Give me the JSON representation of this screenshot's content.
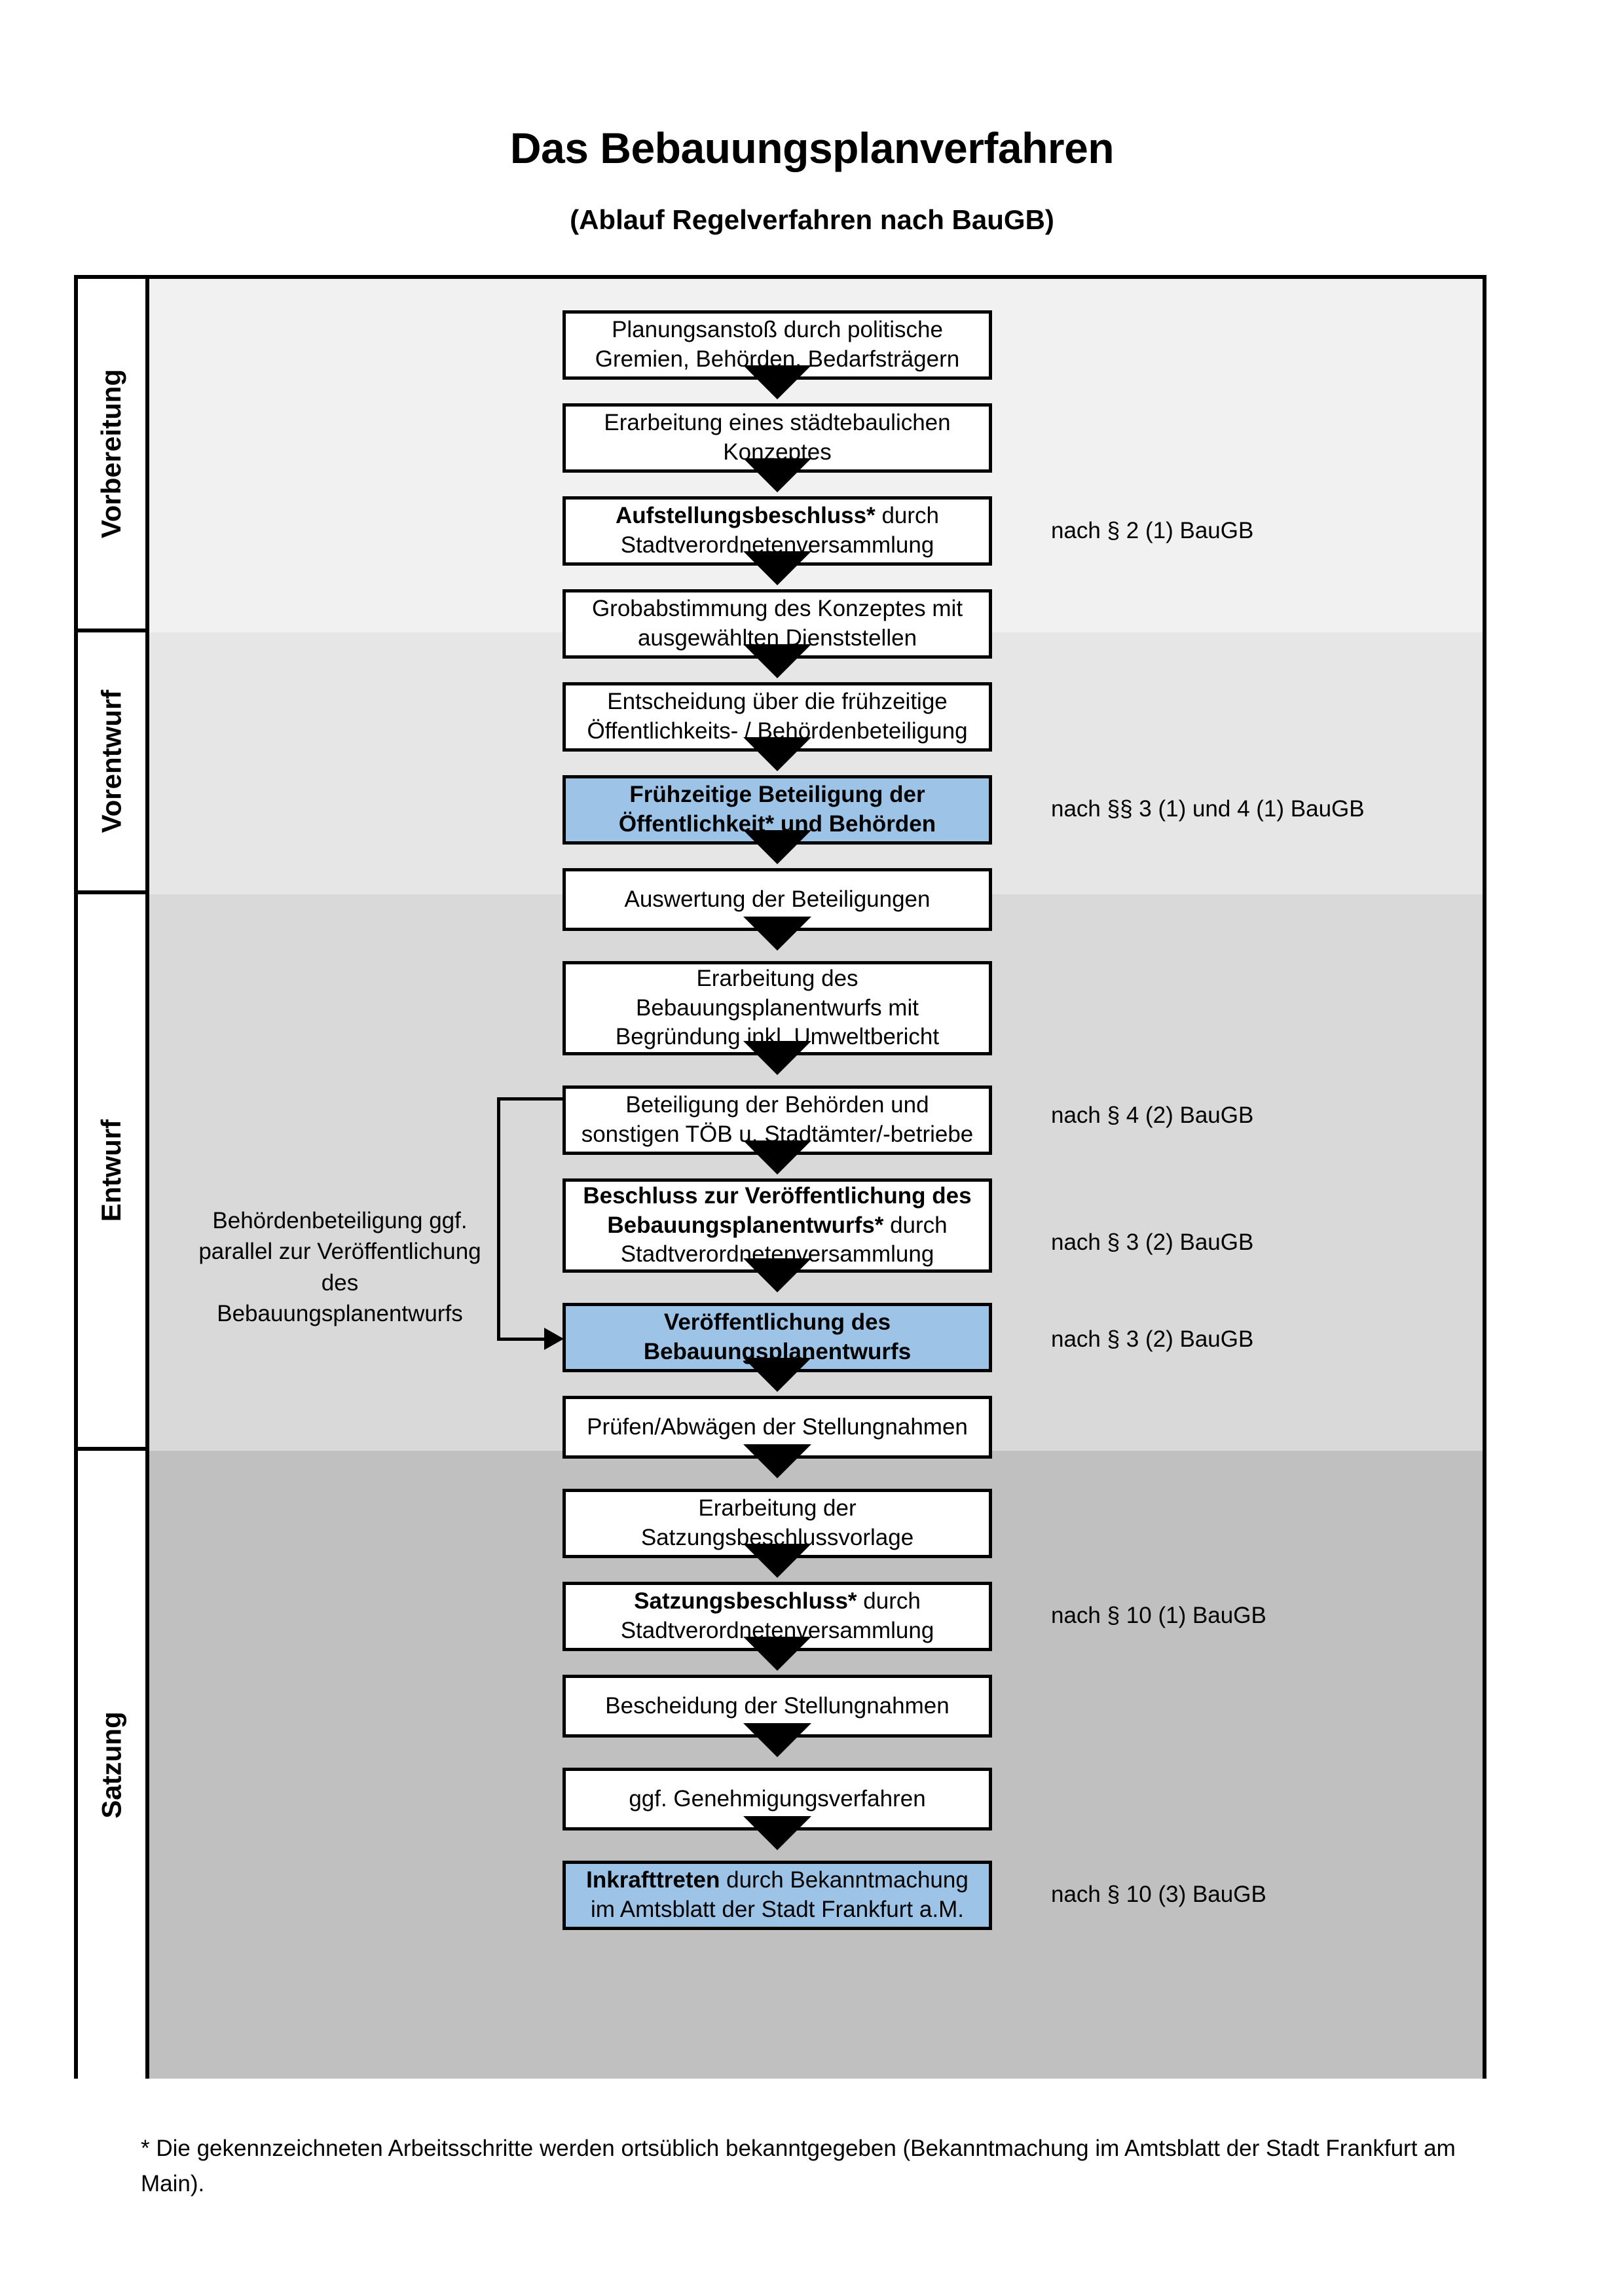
{
  "header": {
    "title": "Das Bebauungsplanverfahren",
    "subtitle": "(Ablauf Regelverfahren nach BauGB)"
  },
  "phases": [
    {
      "id": "vorbereitung",
      "label": "Vorbereitung",
      "band_color": "#f1f1f1"
    },
    {
      "id": "vorentwurf",
      "label": "Vorentwurf",
      "band_color": "#e6e6e6"
    },
    {
      "id": "entwurf",
      "label": "Entwurf",
      "band_color": "#d9d9d9"
    },
    {
      "id": "satzung",
      "label": "Satzung",
      "band_color": "#c0c0c0"
    }
  ],
  "steps": [
    {
      "id": "planungsanstoss",
      "phase": "vorbereitung",
      "highlight": false,
      "text": "Planungsanstoß durch politische Gremien, Behörden, Bedarfsträgern",
      "bold_prefix": ""
    },
    {
      "id": "staedtebau-konzept",
      "phase": "vorbereitung",
      "highlight": false,
      "text": "Erarbeitung eines städtebaulichen Konzeptes",
      "bold_prefix": ""
    },
    {
      "id": "aufstellungsbeschluss",
      "phase": "vorbereitung",
      "highlight": false,
      "bold_prefix": "Aufstellungsbeschluss*",
      "text": " durch Stadtverordnetenversammlung"
    },
    {
      "id": "grobabstimmung",
      "phase": "vorentwurf",
      "highlight": false,
      "text": "Grobabstimmung des Konzeptes mit ausgewählten Dienststellen",
      "bold_prefix": ""
    },
    {
      "id": "entscheidung-fruehzeitige",
      "phase": "vorentwurf",
      "highlight": false,
      "text": "Entscheidung über die frühzeitige Öffentlichkeits- / Behördenbeteiligung",
      "bold_prefix": ""
    },
    {
      "id": "fruehzeitige-beteiligung",
      "phase": "vorentwurf",
      "highlight": true,
      "bold_prefix": "Frühzeitige Beteiligung der Öffentlichkeit* und Behörden",
      "text": ""
    },
    {
      "id": "auswertung-beteiligungen",
      "phase": "entwurf",
      "highlight": false,
      "text": "Auswertung der Beteiligungen",
      "bold_prefix": ""
    },
    {
      "id": "erarbeitung-entwurf",
      "phase": "entwurf",
      "highlight": false,
      "text": "Erarbeitung des Bebauungsplanentwurfs mit Begründung inkl. Umweltbericht",
      "bold_prefix": ""
    },
    {
      "id": "beteiligung-behoerden",
      "phase": "entwurf",
      "highlight": false,
      "text": "Beteiligung der Behörden und sonstigen TÖB u. Stadtämter/-betriebe",
      "bold_prefix": ""
    },
    {
      "id": "beschluss-veroeffentlichung",
      "phase": "entwurf",
      "highlight": false,
      "bold_prefix": "Beschluss zur Veröffentlichung des Bebauungsplanentwurfs*",
      "text": " durch Stadtverordnetenversammlung"
    },
    {
      "id": "veroeffentlichung-entwurf",
      "phase": "entwurf",
      "highlight": true,
      "bold_prefix": "Veröffentlichung des Bebauungsplanentwurfs",
      "text": ""
    },
    {
      "id": "pruefen-abwaegen",
      "phase": "satzung",
      "highlight": false,
      "text": "Prüfen/Abwägen der Stellungnahmen",
      "bold_prefix": ""
    },
    {
      "id": "erarbeitung-satzungsvorlage",
      "phase": "satzung",
      "highlight": false,
      "text": "Erarbeitung der Satzungsbeschlussvorlage",
      "bold_prefix": ""
    },
    {
      "id": "satzungsbeschluss",
      "phase": "satzung",
      "highlight": false,
      "bold_prefix": "Satzungsbeschluss*",
      "text": " durch Stadtverordnetenversammlung"
    },
    {
      "id": "bescheidung-stellungnahmen",
      "phase": "satzung",
      "highlight": false,
      "text": "Bescheidung der Stellungnahmen",
      "bold_prefix": ""
    },
    {
      "id": "genehmigungsverfahren",
      "phase": "satzung",
      "highlight": false,
      "text": "ggf. Genehmigungsverfahren",
      "bold_prefix": ""
    },
    {
      "id": "inkrafttreten",
      "phase": "satzung",
      "highlight": true,
      "bold_prefix": "Inkrafttreten",
      "text": " durch Bekanntmachung im Amtsblatt der Stadt Frankfurt a.M."
    }
  ],
  "law_notes": [
    {
      "id": "law-1",
      "text": "nach § 2 (1) BauGB",
      "for_step": "aufstellungsbeschluss"
    },
    {
      "id": "law-2",
      "text": "nach §§ 3 (1) und 4 (1) BauGB",
      "for_step": "fruehzeitige-beteiligung"
    },
    {
      "id": "law-3",
      "text": "nach § 4 (2) BauGB",
      "for_step": "beteiligung-behoerden"
    },
    {
      "id": "law-4",
      "text": "nach § 3 (2) BauGB",
      "for_step": "beschluss-veroeffentlichung"
    },
    {
      "id": "law-5",
      "text": "nach § 3 (2) BauGB",
      "for_step": "veroeffentlichung-entwurf"
    },
    {
      "id": "law-6",
      "text": "nach § 10 (1) BauGB",
      "for_step": "satzungsbeschluss"
    },
    {
      "id": "law-7",
      "text": "nach § 10 (3) BauGB",
      "for_step": "inkrafttreten"
    }
  ],
  "side_note": {
    "id": "parallel-note",
    "text": "Behördenbeteiligung ggf. parallel zur Veröffentlichung des Bebauungsplanentwurfs"
  },
  "footnote": {
    "text": "* Die gekennzeichneten Arbeitsschritte werden ortsüblich bekanntgegeben (Bekanntmachung im Amtsblatt  der Stadt Frankfurt am Main)."
  },
  "colors": {
    "accent_blue": "#9dc3e6",
    "frame": "#000000",
    "band_vorbereitung": "#f1f1f1",
    "band_vorentwurf": "#e6e6e6",
    "band_entwurf": "#d9d9d9",
    "band_satzung": "#c0c0c0"
  }
}
